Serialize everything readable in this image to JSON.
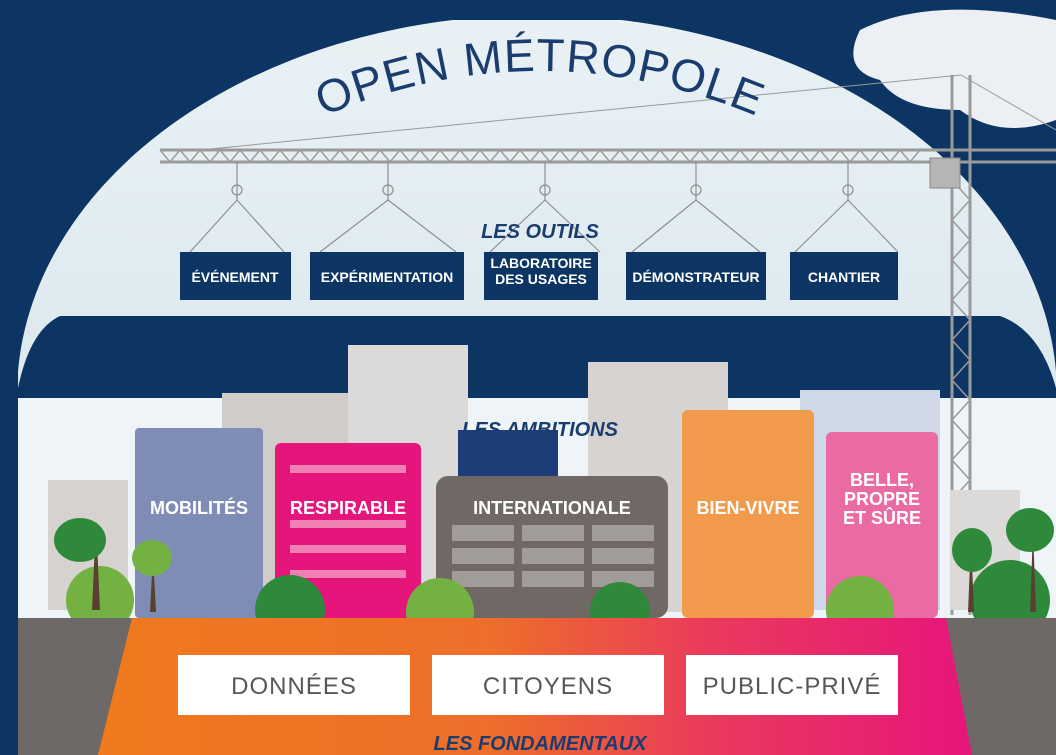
{
  "title": "OPEN MÉTROPOLE",
  "tools": {
    "heading": "LES OUTILS",
    "items": [
      "ÉVÉNEMENT",
      "EXPÉRIMENTATION",
      [
        "LABORATOIRE",
        "DES USAGES"
      ],
      "DÉMONSTRATEUR",
      "CHANTIER"
    ]
  },
  "ambitions": {
    "heading": "LES AMBITIONS",
    "items": [
      "MOBILITÉS",
      "RESPIRABLE",
      "INTERNATIONALE",
      "BIEN-VIVRE",
      [
        "BELLE,",
        "PROPRE",
        "ET SÛRE"
      ]
    ]
  },
  "foundations": {
    "heading": "LES FONDAMENTAUX",
    "items": [
      "DONNÉES",
      "CITOYENS",
      "PUBLIC-PRIVÉ"
    ]
  },
  "colors": {
    "navy": "#0d3563",
    "sky": "#d6e6ee",
    "mobilites": "#7f8db6",
    "respirable": "#e6157b",
    "internationale": "#6f6864",
    "bienvivre": "#f29a4c",
    "bellepropre": "#ea6aa4",
    "orange": "#f07a1a",
    "magenta": "#e6157b"
  }
}
